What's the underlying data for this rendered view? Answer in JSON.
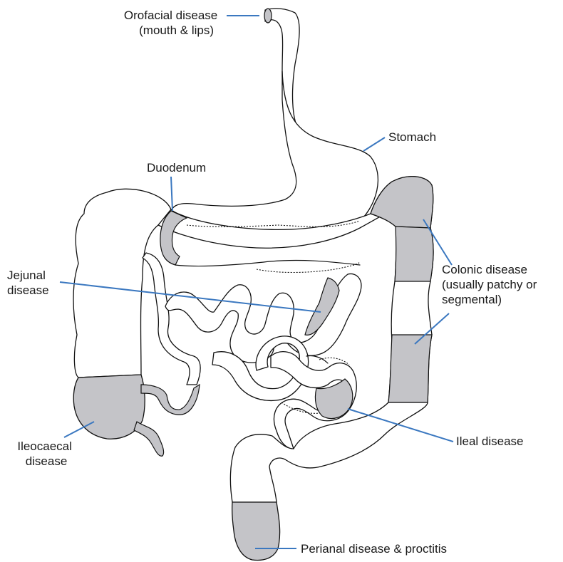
{
  "colors": {
    "leader": "#3b78c0",
    "diseased": "#c4c4c8",
    "outline": "#111111"
  },
  "labels": {
    "orofacial": [
      "Orofacial disease",
      "(mouth & lips)"
    ],
    "stomach": [
      "Stomach"
    ],
    "duodenum": [
      "Duodenum"
    ],
    "jejunal": [
      "Jejunal",
      "disease"
    ],
    "colonic": [
      "Colonic disease",
      "(usually patchy or",
      "segmental)"
    ],
    "ileal": [
      "Ileal disease"
    ],
    "ileocaecal": [
      "Ileocaecal",
      "disease"
    ],
    "perianal": [
      "Perianal disease & proctitis"
    ]
  }
}
